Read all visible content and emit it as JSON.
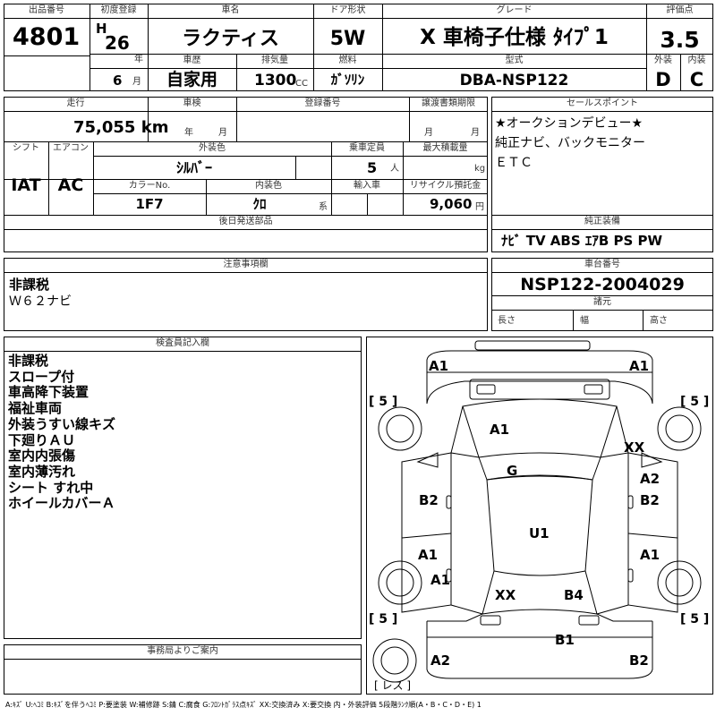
{
  "labels": {
    "lot_no": "出品番号",
    "first_reg": "初度登録",
    "car_name": "車名",
    "door": "ドア形状",
    "grade": "グレード",
    "score": "評価点",
    "year_unit": "年",
    "month_unit": "月",
    "history": "車歴",
    "displacement": "排気量",
    "fuel": "燃料",
    "model_type": "型式",
    "exterior": "外装",
    "interior": "内装",
    "cc": "CC",
    "mileage": "走行",
    "inspection": "車検",
    "reg_no": "登録番号",
    "transfer": "譲渡書類期限",
    "sales_points": "セールスポイント",
    "year": "年",
    "month": "月",
    "shift": "シフト",
    "aircon": "エアコン",
    "ext_color": "外装色",
    "capacity": "乗車定員",
    "max_load": "最大積載量",
    "people": "人",
    "kg": "kg",
    "color_no": "カラーNo.",
    "int_color": "内装色",
    "import": "輸入車",
    "recycle": "リサイクル預託金",
    "yen": "円",
    "kei": "系",
    "post_parts": "後日発送部品",
    "genuine": "純正装備",
    "notes": "注意事項欄",
    "chassis": "車台番号",
    "specs": "諸元",
    "length": "長さ",
    "width": "幅",
    "height": "高さ",
    "inspector": "検査員記入欄",
    "office": "事務局よりご案内"
  },
  "vehicle": {
    "lot_no": "4801",
    "era": "H",
    "year": "26",
    "month": "6",
    "car_name": "ラクティス",
    "door": "5W",
    "grade": "X 車椅子仕様 ﾀｲﾌﾟ1",
    "score": "3.5",
    "history": "自家用",
    "displacement": "1300",
    "fuel": "ｶﾞｿﾘﾝ",
    "model_type": "DBA-NSP122",
    "exterior_grade": "D",
    "interior_grade": "C",
    "mileage": "75,055 km",
    "shift": "IAT",
    "aircon": "AC",
    "color": "ｼﾙﾊﾞｰ",
    "capacity": "5",
    "color_no": "1F7",
    "int_color": "ｸﾛ",
    "recycle": "9,060",
    "chassis_no": "NSP122-2004029"
  },
  "sales_points": [
    "★オークションデビュー★",
    "純正ナビ、バックモニター",
    "ＥＴＣ"
  ],
  "equipment": "ﾅﾋﾞ TV ABS ｴｱB PS PW",
  "notes": [
    "非課税",
    "Ｗ６２ナビ"
  ],
  "inspector_notes": [
    "非課税",
    "スロープ付",
    "車高降下装置",
    "福祉車両",
    "外装うすい線キズ",
    "下廻りＡＵ",
    "室内内張傷",
    "室内薄汚れ",
    "シート すれ中",
    "ホイールカバーＡ"
  ],
  "diagram": {
    "marks": [
      "A1",
      "A1",
      "A1",
      "XX",
      "G",
      "A2",
      "B2",
      "B2",
      "U1",
      "A1",
      "A1",
      "A1",
      "XX",
      "B4",
      "B1",
      "A2",
      "B2"
    ],
    "tires": [
      "5",
      "5",
      "5",
      "5"
    ],
    "spare": "レス"
  },
  "legend": "A:ｷｽﾞ U:ﾍｺﾐ B:ｷｽﾞを伴うﾍｺﾐ P:要塗装 W:補修跡 S:錆 C:腐食 G:ﾌﾛﾝﾄｶﾞﾗｽ点ｷｽﾞ XX:交換済み X:要交換 内・外装評価 5段階ﾗﾝｸ順(A・B・C・D・E) 1"
}
